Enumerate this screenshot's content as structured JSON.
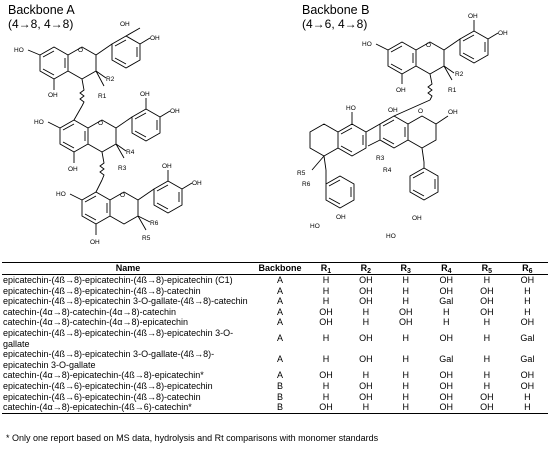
{
  "backbone_a": {
    "title": "Backbone A",
    "linkage": "(4→8, 4→8)"
  },
  "backbone_b": {
    "title": "Backbone B",
    "linkage": "(4→6, 4→8)"
  },
  "structure_labels": {
    "ho": "HO",
    "oh": "OH",
    "o": "O",
    "r1": "R1",
    "r2": "R2",
    "r3": "R3",
    "r4": "R4",
    "r5": "R5",
    "r6": "R6"
  },
  "table": {
    "headers": {
      "name": "Name",
      "backbone": "Backbone",
      "r": "R",
      "r1": "1",
      "r2": "2",
      "r3": "3",
      "r4": "4",
      "r5": "5",
      "r6": "6"
    },
    "rows": [
      {
        "name": "epicatechin-(4ß→8)-epicatechin-(4ß→8)-epicatechin (C1)",
        "backbone": "A",
        "r": [
          "H",
          "OH",
          "H",
          "OH",
          "H",
          "OH"
        ]
      },
      {
        "name": "epicatechin-(4ß→8)-epicatechin-(4ß→8)-catechin",
        "backbone": "A",
        "r": [
          "H",
          "OH",
          "H",
          "OH",
          "OH",
          "H"
        ]
      },
      {
        "name": "epicatechin-(4ß→8)-epicatechin 3-O-gallate-(4ß→8)-catechin",
        "backbone": "A",
        "r": [
          "H",
          "OH",
          "H",
          "Gal",
          "OH",
          "H"
        ]
      },
      {
        "name": "catechin-(4α→8)-catechin-(4α→8)-catechin",
        "backbone": "A",
        "r": [
          "OH",
          "H",
          "OH",
          "H",
          "OH",
          "H"
        ]
      },
      {
        "name": "catechin-(4α→8)-catechin-(4α→8)-epicatechin",
        "backbone": "A",
        "r": [
          "OH",
          "H",
          "OH",
          "H",
          "H",
          "OH"
        ]
      },
      {
        "name": "epicatechin-(4ß→8)-epicatechin-(4ß→8)-epicatechin 3-O-gallate",
        "backbone": "A",
        "r": [
          "H",
          "OH",
          "H",
          "OH",
          "H",
          "Gal"
        ]
      },
      {
        "name": "epicatechin-(4ß→8)-epicatechin 3-O-gallate-(4ß→8)-epicatechin 3-O-gallate",
        "backbone": "A",
        "r": [
          "H",
          "OH",
          "H",
          "Gal",
          "H",
          "Gal"
        ]
      },
      {
        "name": "catechin-(4α→8)-epicatechin-(4ß→8)-epicatechin*",
        "backbone": "A",
        "r": [
          "OH",
          "H",
          "H",
          "OH",
          "H",
          "OH"
        ]
      },
      {
        "name": "epicatechin-(4ß→6)-epicatechin-(4ß→8)-epicatechin",
        "backbone": "B",
        "r": [
          "H",
          "OH",
          "H",
          "OH",
          "H",
          "OH"
        ]
      },
      {
        "name": "epicatechin-(4ß→6)-epicatechin-(4ß→8)-catechin",
        "backbone": "B",
        "r": [
          "H",
          "OH",
          "H",
          "OH",
          "OH",
          "H"
        ]
      },
      {
        "name": "catechin-(4α→8)-epicatechin-(4ß→6)-catechin*",
        "backbone": "B",
        "r": [
          "OH",
          "H",
          "H",
          "OH",
          "OH",
          "H"
        ]
      }
    ]
  },
  "footnote": "* Only one report based on MS data, hydrolysis and Rt comparisons with monomer standards"
}
